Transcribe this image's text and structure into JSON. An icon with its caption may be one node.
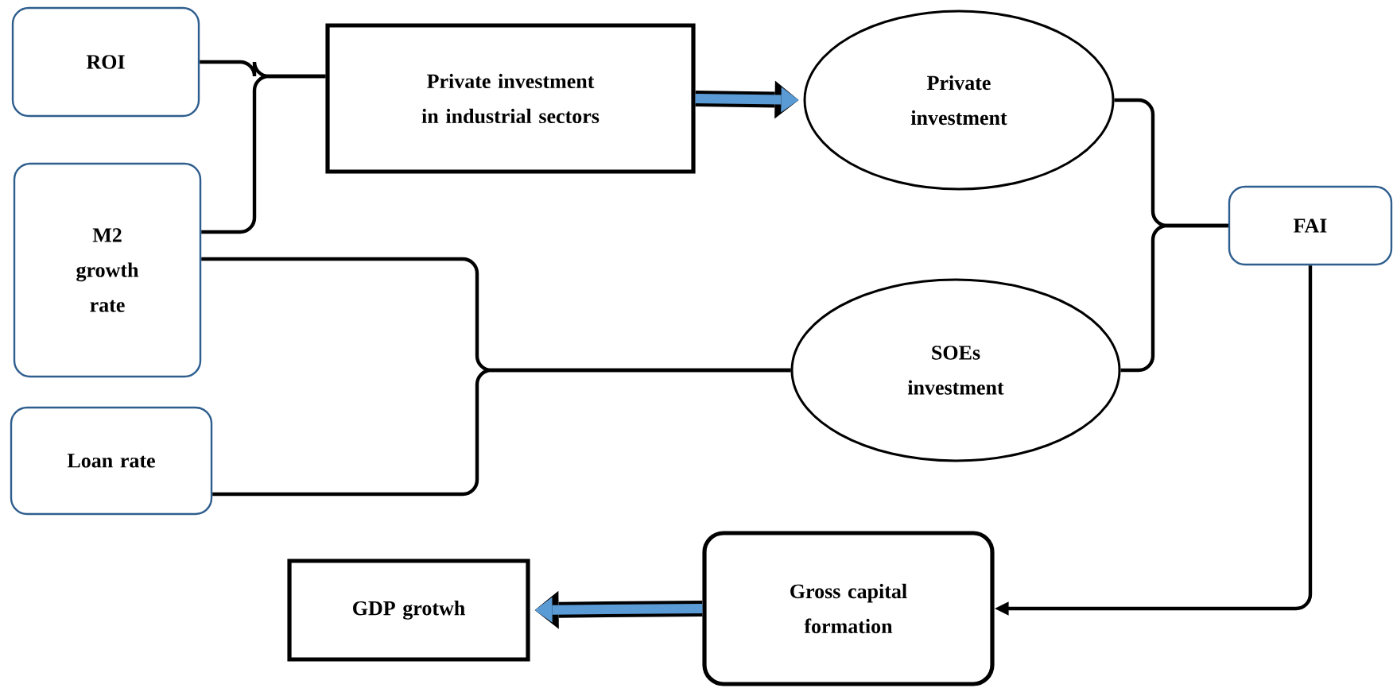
{
  "diagram": {
    "nodes": [
      {
        "text": [
          "ROI"
        ]
      },
      {
        "text": [
          "Private investment in industrial sectors"
        ]
      },
      {
        "text": [
          "Private investment"
        ]
      },
      {
        "text": [
          "M2 growth rate"
        ]
      },
      {
        "text": [
          "FAI"
        ]
      },
      {
        "text": [
          "SOEs investment"
        ]
      },
      {
        "text": [
          "Loan rate"
        ]
      },
      {
        "text": [
          "GDP grotwh"
        ]
      },
      {
        "text": [
          "Gross capital formation"
        ]
      }
    ],
    "edges": [
      {
        "from": 0,
        "to": 1,
        "arrow": "none"
      },
      {
        "from": 3,
        "to": 1,
        "arrow": "none"
      },
      {
        "from": 3,
        "to": 5,
        "arrow": "none"
      },
      {
        "from": 6,
        "to": 5,
        "arrow": "none"
      },
      {
        "from": 2,
        "to": 4,
        "arrow": "none"
      },
      {
        "from": 5,
        "to": 4,
        "arrow": "none"
      },
      {
        "from": 1,
        "to": 2,
        "arrow": "to",
        "style": "thick",
        "color": "#5b9bd5"
      },
      {
        "from": 4,
        "to": 8,
        "arrow": "to"
      },
      {
        "from": 8,
        "to": 7,
        "arrow": "to",
        "style": "thick",
        "color": "#5b9bd5"
      }
    ]
  }
}
